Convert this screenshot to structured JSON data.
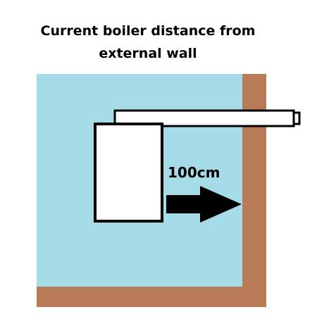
{
  "title": {
    "line1": "Current boiler distance from",
    "line2": "external wall"
  },
  "distance_label": "100cm",
  "colors": {
    "room": "#a6dbe8",
    "wall": "#b87a57",
    "boiler": "#ffffff",
    "outline": "#000000",
    "arrow": "#000000"
  },
  "icons": {
    "distance_arrow": "right-arrow-icon"
  }
}
